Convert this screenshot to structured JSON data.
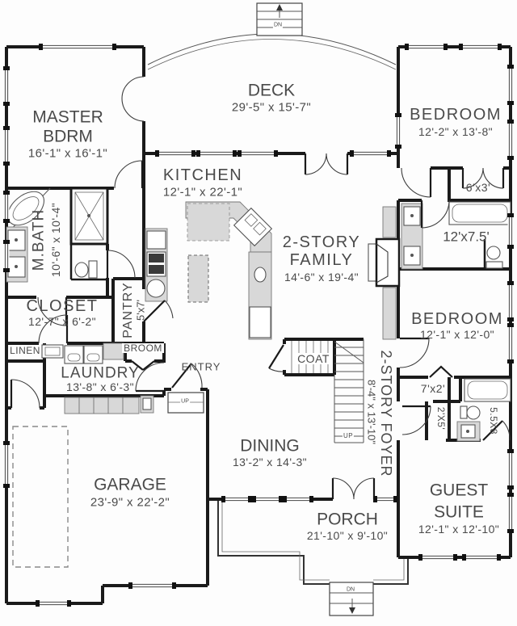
{
  "rooms": {
    "deck": {
      "name": "DECK",
      "dims": "29'-5\" x 15'-7\""
    },
    "master": {
      "name1": "MASTER",
      "name2": "BDRM",
      "dims": "16'-1\" x 16'-1\""
    },
    "bedroom1": {
      "name": "BEDROOM",
      "dims": "12'-2\" x 13'-8\""
    },
    "closet_6x3": {
      "dims": "6'x3'"
    },
    "kitchen": {
      "name": "KITCHEN",
      "dims": "12'-1\" x 22'-1\""
    },
    "family": {
      "name1": "2-STORY",
      "name2": "FAMILY",
      "dims": "14'-6\" x 19'-4\""
    },
    "jack_jill_bath": {
      "dims": "12'x7.5'"
    },
    "master_bath": {
      "name": "M.BATH",
      "dims": "10'-6\" x 10'-4\""
    },
    "closet_master": {
      "name": "CLOSET",
      "dims": "12'-7\" x 6'-2\""
    },
    "pantry": {
      "name": "PANTRY",
      "dims": "5'x7'"
    },
    "linen": {
      "name": "LINEN"
    },
    "broom": {
      "name": "BROOM"
    },
    "laundry": {
      "name": "LAUNDRY",
      "dims": "13'-8\" x 6'-3\""
    },
    "entry": {
      "name": "ENTRY"
    },
    "coat": {
      "name": "COAT"
    },
    "foyer": {
      "name": "2-STORY FOYER",
      "dims": "8'-4\" x 13'-10\""
    },
    "bedroom2": {
      "name": "BEDROOM",
      "dims": "12'-1\" x 12'-0\""
    },
    "closet_7x2": {
      "dims": "7'x2'"
    },
    "closet_2x5": {
      "dims": "2'X5'"
    },
    "guest_bath": {
      "dims": "5.5X8"
    },
    "guest": {
      "name1": "GUEST",
      "name2": "SUITE",
      "dims": "12'-1\" x 12'-10\""
    },
    "garage": {
      "name": "GARAGE",
      "dims": "23'-9\" x 22'-2\""
    },
    "dining": {
      "name": "DINING",
      "dims": "13'-2\" x 14'-3\""
    },
    "porch": {
      "name": "PORCH",
      "dims": "21'-10\" x 9'-10\""
    }
  },
  "stair_labels": {
    "up": "UP",
    "down": "DN"
  },
  "colors": {
    "wall": "#1a1a1a",
    "text": "#4a4a4a",
    "counter_fill": "#d8d8d8"
  }
}
